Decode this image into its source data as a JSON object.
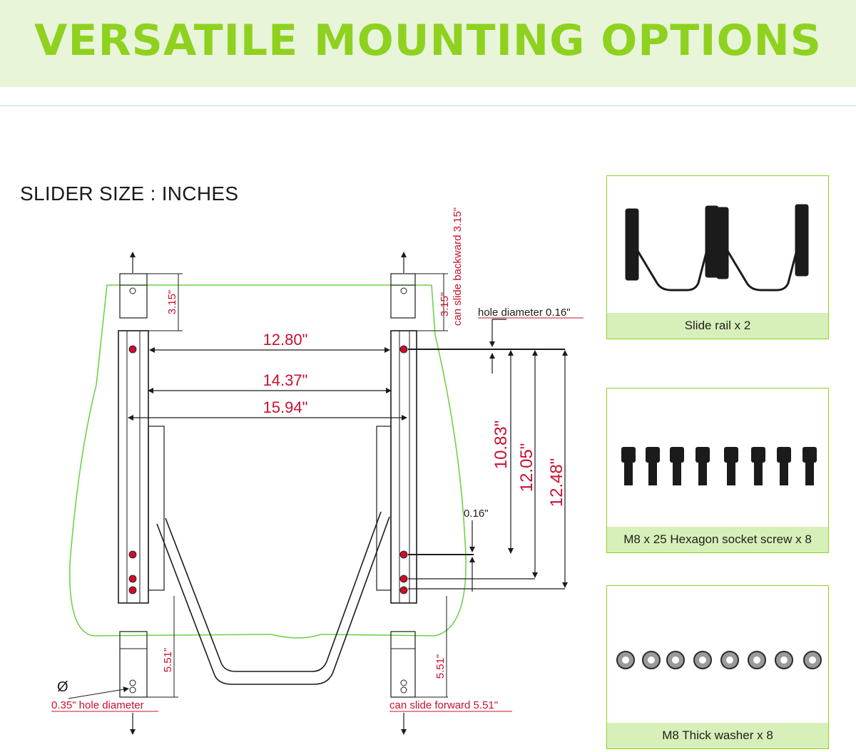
{
  "banner": {
    "title": "VERSATILE MOUNTING OPTIONS",
    "bg": "#e8f5d9",
    "accent": "#8fd11f"
  },
  "diagram": {
    "title": "SLIDER SIZE : INCHES",
    "colors": {
      "dimension": "#c8102e",
      "outline": "#6ed24a",
      "line": "#1b1b1b"
    },
    "dimensions": {
      "width_inner": "12.80\"",
      "width_mid": "14.37\"",
      "width_outer": "15.94\"",
      "height_1": "10.83\"",
      "height_2": "12.05\"",
      "height_3": "12.48\"",
      "top_slide_left": "3.15\"",
      "top_slide_right": "3.15\"",
      "bottom_slide_left": "5.51\"",
      "bottom_slide_right": "5.51\"",
      "small_offset": "0.16\""
    },
    "annotations": {
      "hole_diameter_top": "hole diameter 0.16\"",
      "slide_backward": "can slide backward 3.15\"",
      "slide_forward": "can slide forward 5.51\"",
      "hole_diameter_bottom": "0.35\" hole diameter",
      "diameter_symbol": "Ø"
    }
  },
  "parts": [
    {
      "caption": "Slide rail x 2",
      "icon": "slide-rail-icon"
    },
    {
      "caption": "M8 x 25 Hexagon socket screw x 8",
      "icon": "screw-icon",
      "count": 8
    },
    {
      "caption": "M8 Thick washer x 8",
      "icon": "washer-icon",
      "count": 8
    }
  ]
}
